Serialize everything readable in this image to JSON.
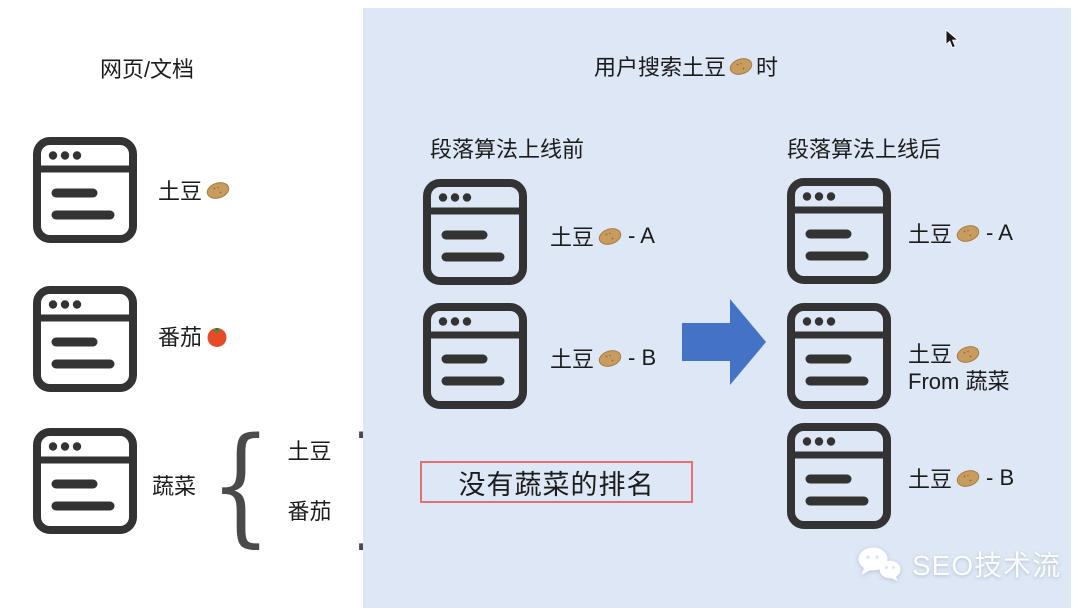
{
  "left": {
    "title": "网页/文档",
    "docs": [
      {
        "label": "土豆",
        "icon": "potato-icon"
      },
      {
        "label": "番茄",
        "icon": "tomato-icon"
      },
      {
        "label": "蔬菜",
        "brace_items": [
          "土豆",
          "番茄"
        ]
      }
    ]
  },
  "right": {
    "title": {
      "prefix": "用户搜索土豆",
      "suffix": "时"
    },
    "before": {
      "header": "段落算法上线前",
      "items": [
        {
          "prefix": "土豆",
          "suffix": "- A"
        },
        {
          "prefix": "土豆",
          "suffix": "- B"
        }
      ],
      "note": "没有蔬菜的排名"
    },
    "after": {
      "header": "段落算法上线后",
      "items": [
        {
          "prefix": "土豆",
          "suffix": "- A"
        },
        {
          "prefix": "土豆",
          "line2": "From 蔬菜"
        },
        {
          "prefix": "土豆",
          "suffix": "- B"
        }
      ]
    }
  },
  "watermark": {
    "label": "SEO技术流"
  },
  "colors": {
    "panel_bg": "#DDE7F5",
    "arrow": "#4472C4",
    "note_border": "#E07272",
    "icon_stroke": "#333333"
  }
}
